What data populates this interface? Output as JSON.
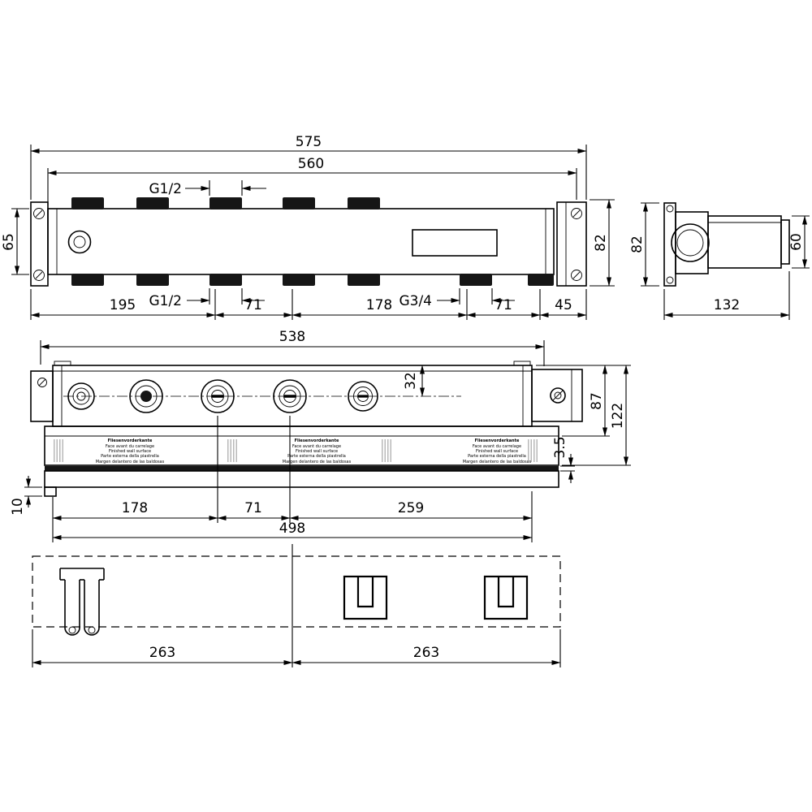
{
  "front_view": {
    "dim_overall": "575",
    "dim_inner": "560",
    "thread_top": "G1/2",
    "dim_height_left": "65",
    "dim_height_right": "82",
    "thread_bottom_left": "G1/2",
    "thread_bottom_right": "G3/4",
    "dim_seg1": "195",
    "dim_seg2": "71",
    "dim_seg3": "178",
    "dim_seg4": "71",
    "dim_seg5": "45"
  },
  "side_view": {
    "dim_height": "82",
    "dim_body_height": "60",
    "dim_depth": "132"
  },
  "section_view": {
    "dim_width": "538",
    "dim_port_offset": "32",
    "dim_depth_to_wall": "87",
    "dim_depth_total": "122",
    "dim_tile_gap": "3.5",
    "dim_foot": "10",
    "dim_seg1": "178",
    "dim_seg2": "71",
    "dim_seg3": "259",
    "dim_overall": "498",
    "wall_label": [
      "Fliesenvorderkante",
      "Face avant du carrelage",
      "Finished wall surface",
      "Parte esterna della piastrella",
      "Margen delantero de las baldosas"
    ]
  },
  "template_view": {
    "dim_left": "263",
    "dim_right": "263"
  },
  "colors": {
    "line": "#000000",
    "block_fill": "#161616",
    "background": "#ffffff"
  }
}
